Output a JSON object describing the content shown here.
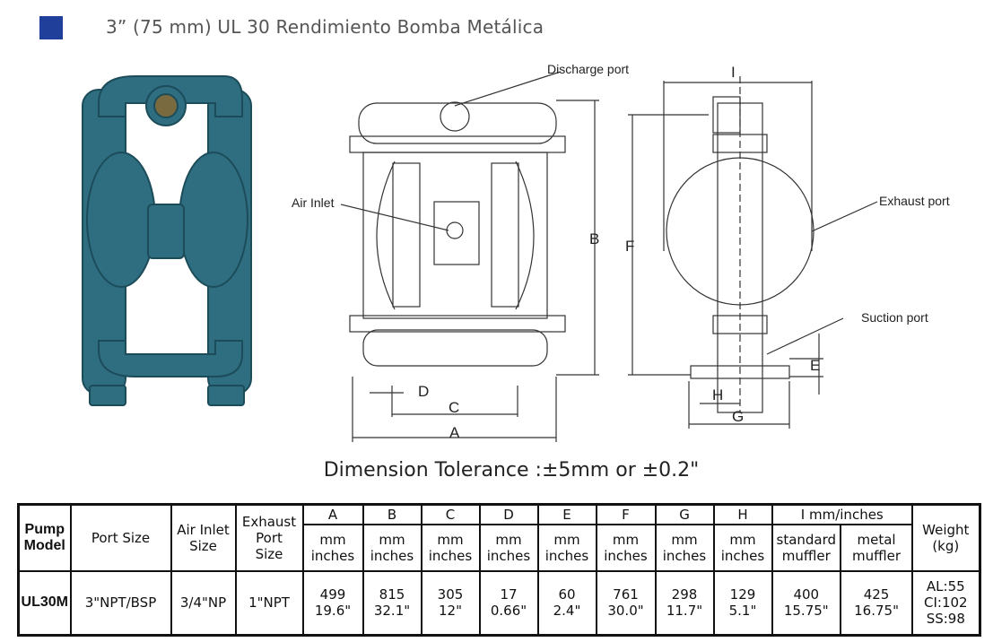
{
  "title": "3”  (75 mm) UL 30 Rendimiento Bomba Metálica",
  "colors": {
    "accent": "#1f3f9a",
    "pump": "#2e6e80"
  },
  "drawing": {
    "discharge_port": "Discharge port",
    "air_inlet": "Air Inlet",
    "exhaust_port": "Exhaust port",
    "suction_port": "Suction port",
    "dims": {
      "A": "A",
      "B": "B",
      "C": "C",
      "D": "D",
      "E": "E",
      "F": "F",
      "G": "G",
      "H": "H",
      "I": "I"
    }
  },
  "tolerance": "Dimension Tolerance :±5mm or ±0.2\"",
  "table": {
    "h_model": "Pump Model",
    "h_port": "Port Size",
    "h_air": "Air Inlet Size",
    "h_exhaust": "Exhaust Port Size",
    "dims": [
      "A",
      "B",
      "C",
      "D",
      "E",
      "F",
      "G",
      "H"
    ],
    "unit": "mm inches",
    "h_I": "I  mm/inches",
    "h_std": "standard muffler",
    "h_metal": "metal muffler",
    "h_weight": "Weight (kg)",
    "row": {
      "model": "UL30M",
      "port": "3\"NPT/BSP",
      "air": "3/4\"NP",
      "exhaust": "1\"NPT",
      "vals": [
        [
          "499",
          "19.6\""
        ],
        [
          "815",
          "32.1\""
        ],
        [
          "305",
          "12\""
        ],
        [
          "17",
          "0.66\""
        ],
        [
          "60",
          "2.4\""
        ],
        [
          "761",
          "30.0\""
        ],
        [
          "298",
          "11.7\""
        ],
        [
          "129",
          "5.1\""
        ]
      ],
      "std": [
        "400",
        "15.75\""
      ],
      "metal": [
        "425",
        "16.75\""
      ],
      "weight": [
        "AL:55",
        "CI:102",
        "SS:98"
      ]
    }
  }
}
